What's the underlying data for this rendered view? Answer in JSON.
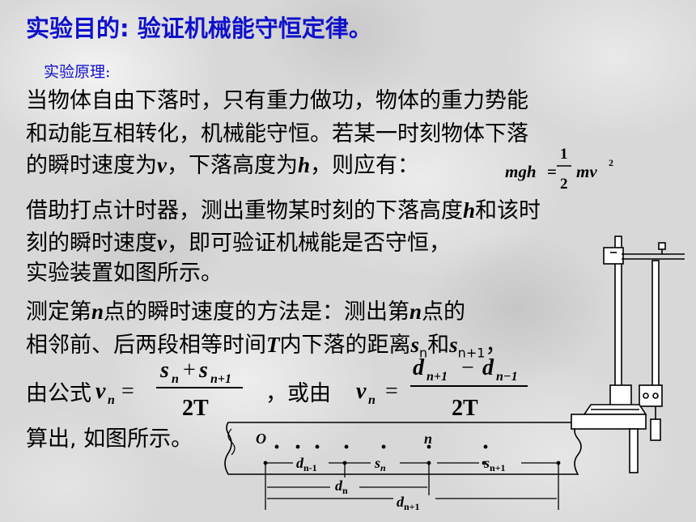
{
  "title": "实验目的: 验证机械能守恒定律。",
  "principle_label": "实验原理:",
  "lines": {
    "l1": "当物体自由下落时，只有重力做功，物体的重力势能",
    "l2": "和动能互相转化，机械能守恒。若某一时刻物体下落",
    "l3a": "的瞬时速度为",
    "l3v": "v",
    "l3b": "，下落高度为",
    "l3h": "h",
    "l3c": "，则应有：",
    "l4a": "借助打点计时器，测出重物某时刻的下落高度",
    "l4h": "h",
    "l4b": "和该时",
    "l5a": "刻的瞬时速度",
    "l5v": "v",
    "l5b": "，即可验证机械能是否守恒，",
    "l6": "实验装置如图所示。",
    "l7a": "测定第",
    "l7n": "n",
    "l7b": "点的瞬时速度的方法是：测出第",
    "l7n2": "n",
    "l7c": "点的",
    "l8a": "相邻前、后两段相等时间",
    "l8T": "T",
    "l8b": "内下落的距离",
    "l8s": "s",
    "l8s_sub": "n",
    "l8c": "和",
    "l8s2": "s",
    "l8s2_sub": "n+1",
    "l8d": "，",
    "l9a": "由公式",
    "l9b": "，或由",
    "l10": "算出, 如图所示。"
  },
  "formula_energy": {
    "lhs": "mgh",
    "eq": "=",
    "num": "1",
    "den": "2",
    "rhs": "mv",
    "exp": "2"
  },
  "formula_v1": {
    "lhs": "v",
    "lhs_sub": "n",
    "eq": "=",
    "num_a": "s",
    "num_a_sub": "n",
    "plus": "+",
    "num_b": "s",
    "num_b_sub": "n+1",
    "den": "2T"
  },
  "formula_v2": {
    "lhs": "v",
    "lhs_sub": "n",
    "eq": "=",
    "num_a": "d",
    "num_a_sub": "n+1",
    "minus": "−",
    "num_b": "d",
    "num_b_sub": "n−1",
    "den": "2T"
  },
  "tape": {
    "label_O": "O",
    "label_n": "n",
    "dn1": "d",
    "dn1_sub": "n-1",
    "sn": "s",
    "sn_sub": "n",
    "sn1": "s",
    "sn1_sub": "n+1",
    "dn": "d",
    "dn_sub": "n",
    "dnp1": "d",
    "dnp1_sub": "n+1"
  },
  "colors": {
    "title": "#1010cc",
    "text": "#000000"
  }
}
